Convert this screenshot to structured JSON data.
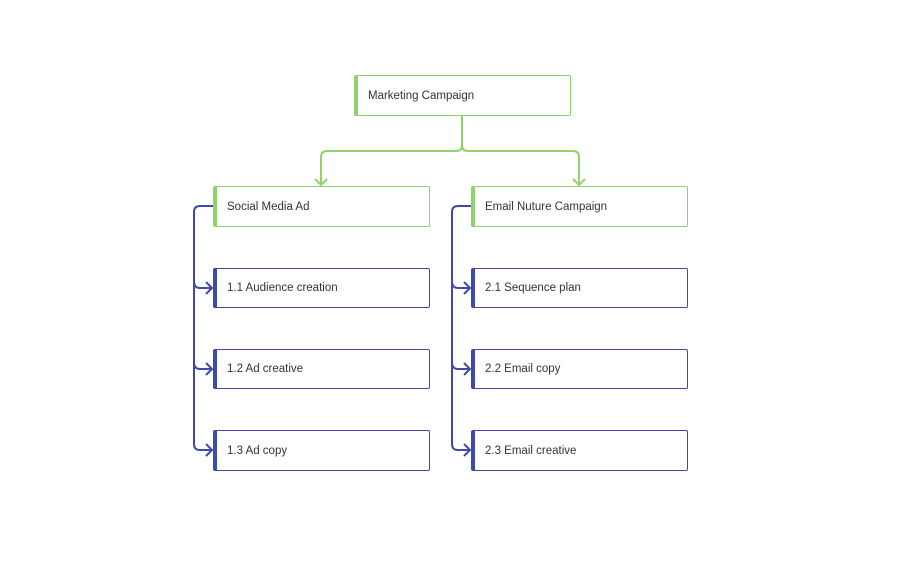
{
  "colors": {
    "root_accent": "#8fd36a",
    "child_accent": "#3f4aa6",
    "text": "#333333"
  },
  "diagram": {
    "root": {
      "label": "Marketing Campaign"
    },
    "branches": [
      {
        "label": "Social Media Ad",
        "tasks": [
          {
            "label": "1.1 Audience creation"
          },
          {
            "label": "1.2 Ad creative"
          },
          {
            "label": "1.3 Ad copy"
          }
        ]
      },
      {
        "label": "Email Nuture Campaign",
        "tasks": [
          {
            "label": "2.1 Sequence plan"
          },
          {
            "label": "2.2 Email copy"
          },
          {
            "label": "2.3 Email creative"
          }
        ]
      }
    ]
  }
}
